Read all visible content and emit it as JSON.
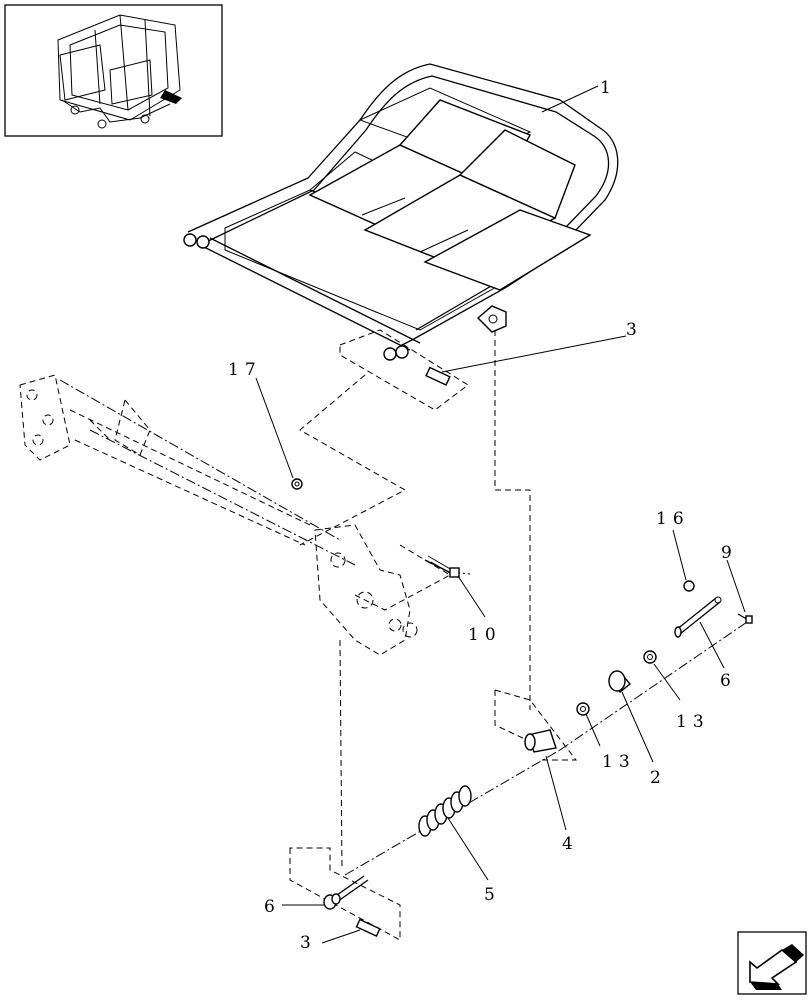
{
  "diagram": {
    "callouts": [
      {
        "id": "c1",
        "label": "1"
      },
      {
        "id": "c3a",
        "label": "3"
      },
      {
        "id": "c17",
        "label": "17"
      },
      {
        "id": "c16",
        "label": "16"
      },
      {
        "id": "c9",
        "label": "9"
      },
      {
        "id": "c10",
        "label": "10"
      },
      {
        "id": "c6a",
        "label": "6"
      },
      {
        "id": "c13a",
        "label": "13"
      },
      {
        "id": "c13b",
        "label": "13"
      },
      {
        "id": "c2",
        "label": "2"
      },
      {
        "id": "c4",
        "label": "4"
      },
      {
        "id": "c5",
        "label": "5"
      },
      {
        "id": "c6b",
        "label": "6"
      },
      {
        "id": "c3b",
        "label": "3"
      }
    ]
  },
  "nav": {
    "icon": "arrow-icon"
  }
}
